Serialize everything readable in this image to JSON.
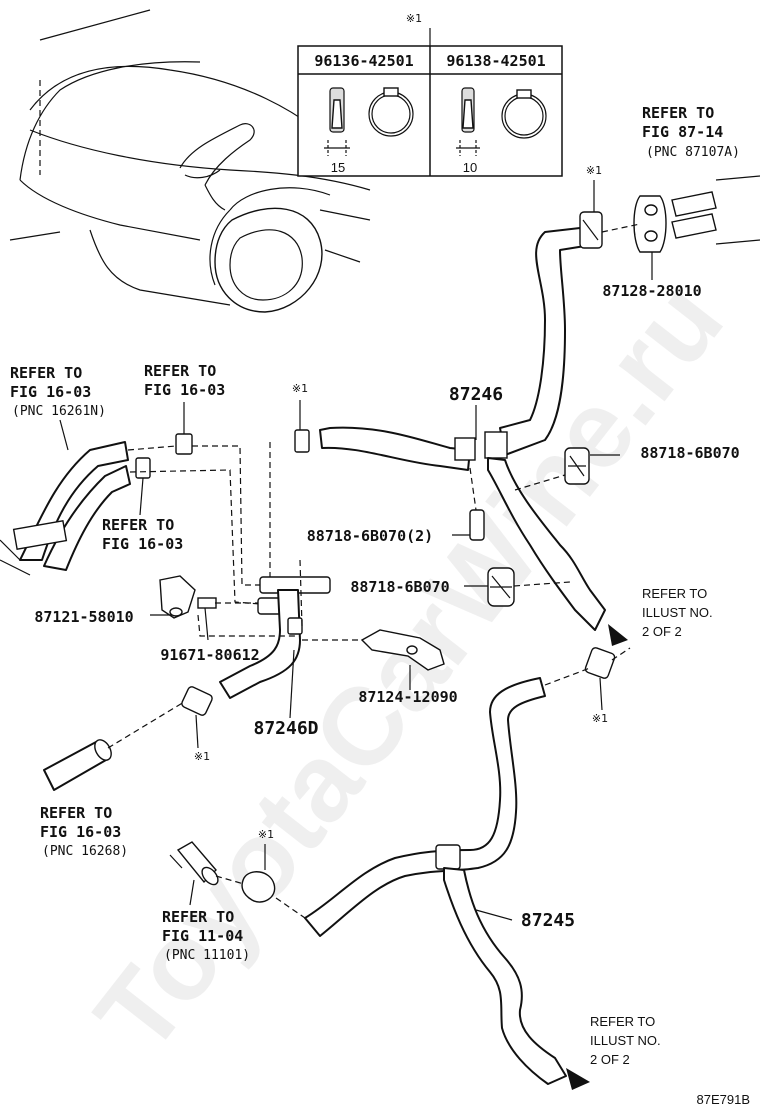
{
  "figure_code": "87E791B",
  "watermark": "ToyotaCarWine.ru",
  "asterisk": "※1",
  "clamp_table": {
    "header_note": "※1",
    "columns": [
      {
        "part_no": "96136-42501",
        "dimension": "15"
      },
      {
        "part_no": "96138-42501",
        "dimension": "10"
      }
    ]
  },
  "labels": {
    "p87246": "87246",
    "p87246D": "87246D",
    "p87245": "87245",
    "p87128": "87128-28010",
    "p88718_a": "88718-6B070",
    "p88718_b": "88718-6B070(2)",
    "p88718_c": "88718-6B070",
    "p87121": "87121-58010",
    "p91671": "91671-80612",
    "p87124": "87124-12090"
  },
  "references": {
    "fig87_14": {
      "l1": "REFER TO",
      "l2": "FIG 87-14",
      "l3": "(PNC 87107A)"
    },
    "fig16_03_a": {
      "l1": "REFER TO",
      "l2": "FIG 16-03",
      "l3": "(PNC 16261N)"
    },
    "fig16_03_b": {
      "l1": "REFER TO",
      "l2": "FIG 16-03"
    },
    "fig16_03_c": {
      "l1": "REFER TO",
      "l2": "FIG 16-03"
    },
    "fig16_03_d": {
      "l1": "REFER TO",
      "l2": "FIG 16-03",
      "l3": "(PNC 16268)"
    },
    "fig11_04": {
      "l1": "REFER TO",
      "l2": "FIG 11-04",
      "l3": "(PNC 11101)"
    },
    "illust_a": {
      "l1": "REFER TO",
      "l2": "ILLUST NO.",
      "l3": "2 OF 2"
    },
    "illust_b": {
      "l1": "REFER TO",
      "l2": "ILLUST NO.",
      "l3": "2 OF 2"
    }
  }
}
